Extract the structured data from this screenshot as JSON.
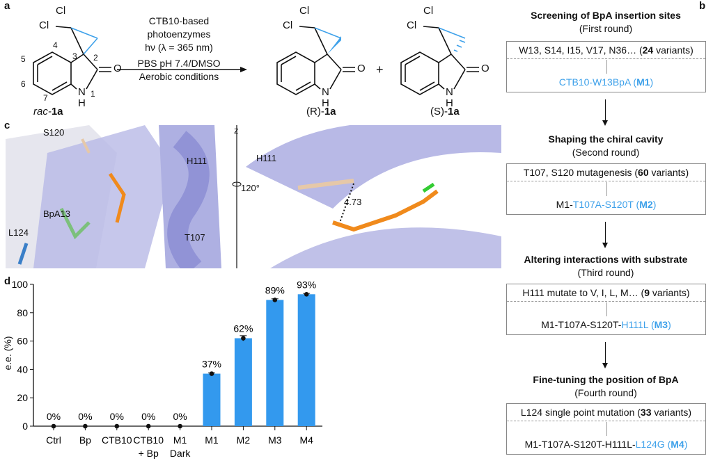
{
  "panels": {
    "a": "a",
    "b": "b",
    "c": "c",
    "d": "d"
  },
  "panel_a": {
    "reactant": {
      "prefix": "rac-",
      "id": "1a",
      "atoms": {
        "cl1": "Cl",
        "cl2": "Cl",
        "o": "O",
        "n": "N",
        "h": "H",
        "n4": "4",
        "n5": "5",
        "n6": "6",
        "n7": "7",
        "n3": "3",
        "n2": "2",
        "n1": "1"
      }
    },
    "conditions": [
      "CTB10-based",
      "photoenzymes",
      "hν (λ = 365 nm)",
      "PBS pH 7.4/DMSO",
      "Aerobic conditions"
    ],
    "product_r": {
      "label": "(R)-",
      "id": "1a"
    },
    "plus": "+",
    "product_s": {
      "label": "(S)-",
      "id": "1a"
    }
  },
  "panel_b": {
    "rounds": [
      {
        "title": "Screening of BpA insertion sites",
        "subtitle": "(First round)",
        "line1_text": "W13, S14, I15, V17, N36… (",
        "line1_count": "24",
        "line1_suffix": " variants)",
        "result_black": "",
        "result_blue": "CTB10-W13BpA (",
        "result_bold": "M1",
        "result_end": ")"
      },
      {
        "title": "Shaping the chiral cavity",
        "subtitle": "(Second round)",
        "line1_text": "T107, S120 mutagenesis  (",
        "line1_count": "60",
        "line1_suffix": " variants)",
        "result_black": "M1-",
        "result_blue": "T107A-S120T (",
        "result_bold": "M2",
        "result_end": ")"
      },
      {
        "title": "Altering interactions with substrate",
        "subtitle": "(Third round)",
        "line1_text": "H111 mutate to V, I, L, M… (",
        "line1_count": "9",
        "line1_suffix": " variants)",
        "result_black": "M1-T107A-S120T-",
        "result_blue": "H111L (",
        "result_bold": "M3",
        "result_end": ")"
      },
      {
        "title": "Fine-tuning the position of BpA",
        "subtitle": "(Fourth round)",
        "line1_text": "L124 single point mutation (",
        "line1_count": "33",
        "line1_suffix": " variants)",
        "result_black": "M1-T107A-S120T-H111L-",
        "result_blue": "L124G (",
        "result_bold": "M4",
        "result_end": ")"
      }
    ]
  },
  "panel_c": {
    "labels": {
      "s120": "S120",
      "h111": "H111",
      "bpa13": "BpA13",
      "l124": "L124",
      "t107": "T107",
      "z": "z",
      "angle": "120°",
      "h111_right": "H111",
      "distance": "4.73"
    }
  },
  "chart_data": {
    "type": "bar",
    "categories": [
      "Ctrl",
      "Bp",
      "CTB10",
      "CTB10\n+ Bp",
      "M1\nDark",
      "M1",
      "M2",
      "M3",
      "M4"
    ],
    "category_lines": [
      [
        "Ctrl"
      ],
      [
        "Bp"
      ],
      [
        "CTB10"
      ],
      [
        "CTB10",
        "+ Bp"
      ],
      [
        "M1",
        "Dark"
      ],
      [
        "M1"
      ],
      [
        "M2"
      ],
      [
        "M3"
      ],
      [
        "M4"
      ]
    ],
    "values": [
      0,
      0,
      0,
      0,
      0,
      37,
      62,
      89,
      93
    ],
    "value_labels": [
      "0%",
      "0%",
      "0%",
      "0%",
      "0%",
      "37%",
      "62%",
      "89%",
      "93%"
    ],
    "errors": [
      0,
      0,
      0,
      0,
      0,
      0.6,
      1.8,
      0.8,
      0.6
    ],
    "ylabel": "e.e. (%)",
    "xlabel": "",
    "ylim": [
      0,
      100
    ],
    "yticks": [
      "0",
      "20",
      "40",
      "60",
      "80",
      "100"
    ],
    "bar_color": "#3399ee",
    "grid": false
  }
}
